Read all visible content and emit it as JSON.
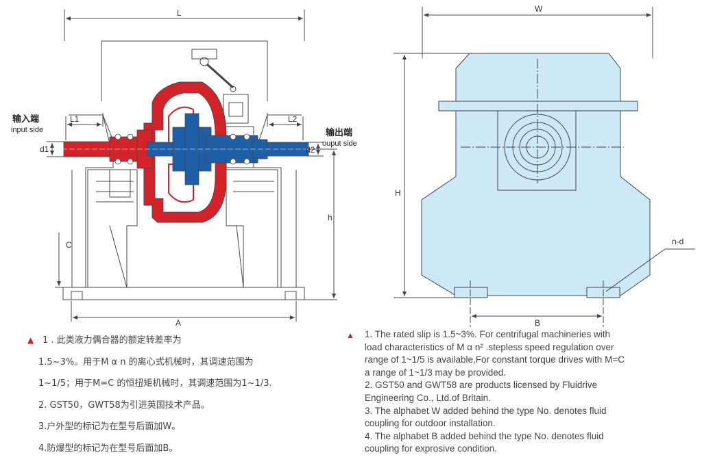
{
  "left_drawing": {
    "dimensions": {
      "L": "L",
      "L1": "L1",
      "L2": "L2",
      "d1": "d1",
      "d2": "d2",
      "h": "h",
      "C": "C",
      "A": "A"
    },
    "input_label_cn": "输入端",
    "input_label_en": "input side",
    "output_label_cn": "输出端",
    "output_label_en": "ouput side"
  },
  "right_drawing": {
    "dimensions": {
      "W": "W",
      "H": "H",
      "B": "B",
      "nd": "n-d"
    }
  },
  "colors": {
    "input_shaft": "#d2232a",
    "output_shaft": "#1f5fa8",
    "housing_fill": "#cde8f6",
    "line": "#444444"
  },
  "notes_cn": [
    "1 . 此类液力偶合器的额定转差率为",
    "1.5~3%。用于M α n 的离心式机械时，其调速范围为",
    "1~1/5；用于M=C 的恒扭矩机械时，其调速范围为1~1/3.",
    "2. GST50，GWT58为引进英国技术产品。",
    "3.户外型的标记为在型号后面加W。",
    "4.防爆型的标记为在型号后面加B。"
  ],
  "notes_en": [
    "1. The rated slip is 1.5~3%. For centrifugal machineries with",
    "load characteristics of M α n² .stepless speed regulation over",
    "range of 1~1/5 is available,For  constant torque drives with M=C",
    "a range of 1~1/3 may be provided.",
    "2. GST50 and GWT58 are products licensed by Fluidrive",
    "Engineering Co., Ltd.of Britain.",
    "3. The alphabet W added behind the type No. denotes fluid",
    "coupling for outdoor installation.",
    "4. The alphabet B added behind the type No. denotes fluid",
    "coupling for exprosive condition."
  ],
  "note_marker": "▲"
}
